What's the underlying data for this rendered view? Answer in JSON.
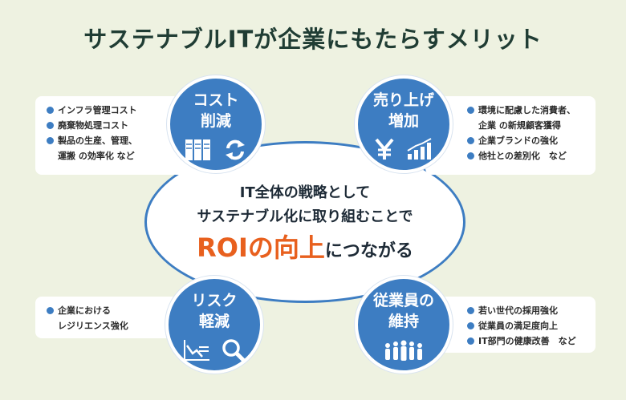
{
  "title": "サステナブルITが企業にもたらすメリット",
  "center": {
    "line1": "IT全体の戦略として",
    "line2": "サステナブル化に取り組むことで",
    "highlight": "ROIの向上",
    "suffix": "につながる"
  },
  "colors": {
    "circle": "#3d7dc2",
    "highlight": "#e8601e",
    "title": "#203d34",
    "background": "#eef2e1"
  },
  "quadrants": {
    "cost": {
      "label": [
        "コスト",
        "削減"
      ],
      "icons": [
        "server-icon",
        "refresh-icon"
      ],
      "items": [
        [
          "インフラ管理コスト"
        ],
        [
          "廃棄物処理コスト"
        ],
        [
          "製品の生産、管理、",
          "運搬 の効率化 など"
        ]
      ]
    },
    "sales": {
      "label": [
        "売り上げ",
        "増加"
      ],
      "icons": [
        "yen-icon",
        "growth-chart-icon"
      ],
      "items": [
        [
          "環境に配慮した消費者、",
          "企業 の新規顧客獲得"
        ],
        [
          "企業ブランドの強化"
        ],
        [
          "他社との差別化　など"
        ]
      ]
    },
    "risk": {
      "label": [
        "リスク",
        "軽減"
      ],
      "icons": [
        "risk-chart-icon",
        "magnifier-icon"
      ],
      "items": [
        [
          "企業における",
          "レジリエンス強化"
        ]
      ]
    },
    "staff": {
      "label": [
        "従業員の",
        "維持"
      ],
      "icons": [
        "people-icon"
      ],
      "items": [
        [
          "若い世代の採用強化"
        ],
        [
          "従業員の満足度向上"
        ],
        [
          "IT部門の健康改善　など"
        ]
      ]
    }
  }
}
